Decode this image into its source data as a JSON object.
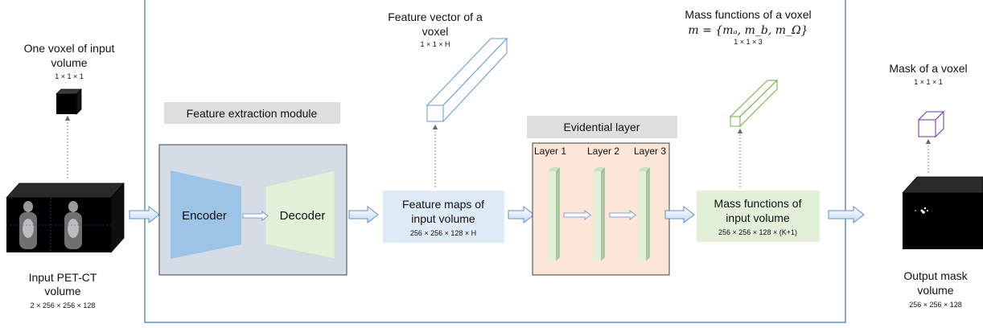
{
  "left": {
    "voxel_label": [
      "One voxel of input",
      "volume"
    ],
    "voxel_size": "1 × 1 × 1",
    "input_label": [
      "Input PET-CT",
      "volume"
    ],
    "input_size": "2 × 256 × 256 × 128"
  },
  "feature_module": {
    "title": "Feature extraction module",
    "encoder": "Encoder",
    "decoder": "Decoder"
  },
  "feature_maps": {
    "label": [
      "Feature maps of",
      "input volume"
    ],
    "size": "256 × 256 × 128 × H"
  },
  "feature_vector": {
    "label": [
      "Feature vector of a",
      "voxel"
    ],
    "size": "1 × 1 × H"
  },
  "evidential": {
    "title": "Evidential layer",
    "layers": [
      "Layer 1",
      "Layer 2",
      "Layer 3"
    ]
  },
  "mass_input": {
    "label": [
      "Mass functions of",
      "input volume"
    ],
    "size": "256 × 256 × 128 × (K+1)"
  },
  "mass_voxel": {
    "label": "Mass functions of a voxel",
    "formula": "m = {mₐ, m_b, m_Ω}",
    "size": "1 × 1 × 3"
  },
  "right": {
    "mask_label": "Mask of a voxel",
    "mask_size": "1 × 1 × 1",
    "output_label": [
      "Output mask",
      "volume"
    ],
    "output_size": "256 × 256 × 128"
  },
  "colors": {
    "encoder": "#9dc3e6",
    "decoder": "#e2efd9",
    "feature_box": "#deebf7",
    "module_bg": "#d6dce5",
    "evidential_bg": "#fbe5d6",
    "mass_box": "#e2efd9",
    "label_bg": "#dedede",
    "frame": "#41719c",
    "vector_stroke": "#5b9bd5",
    "mass_vector_stroke": "#70ad47",
    "mask_stroke": "#7030a0"
  }
}
